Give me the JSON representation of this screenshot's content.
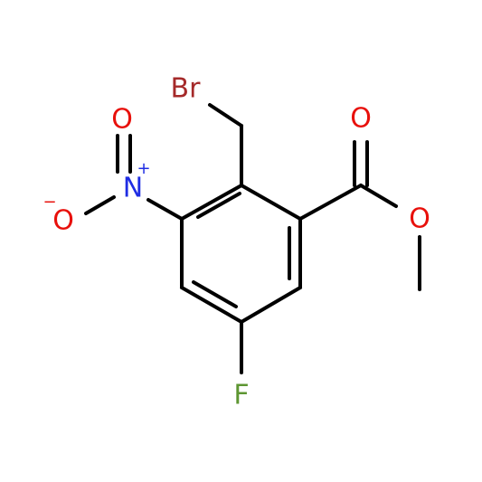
{
  "molecule": {
    "atoms": {
      "br": {
        "label": "Br",
        "color": "#a52a2a"
      },
      "n": {
        "label": "N",
        "charge": "+",
        "color": "#1f2de3"
      },
      "o_top": {
        "label": "O",
        "color": "#e8100b"
      },
      "o_minus": {
        "label": "O",
        "charge": "−",
        "color": "#e8100b"
      },
      "o_carbonyl": {
        "label": "O",
        "color": "#e8100b"
      },
      "o_ester": {
        "label": "O",
        "color": "#e8100b"
      },
      "f": {
        "label": "F",
        "color": "#5d9632"
      }
    },
    "bond_color": "#000000"
  }
}
